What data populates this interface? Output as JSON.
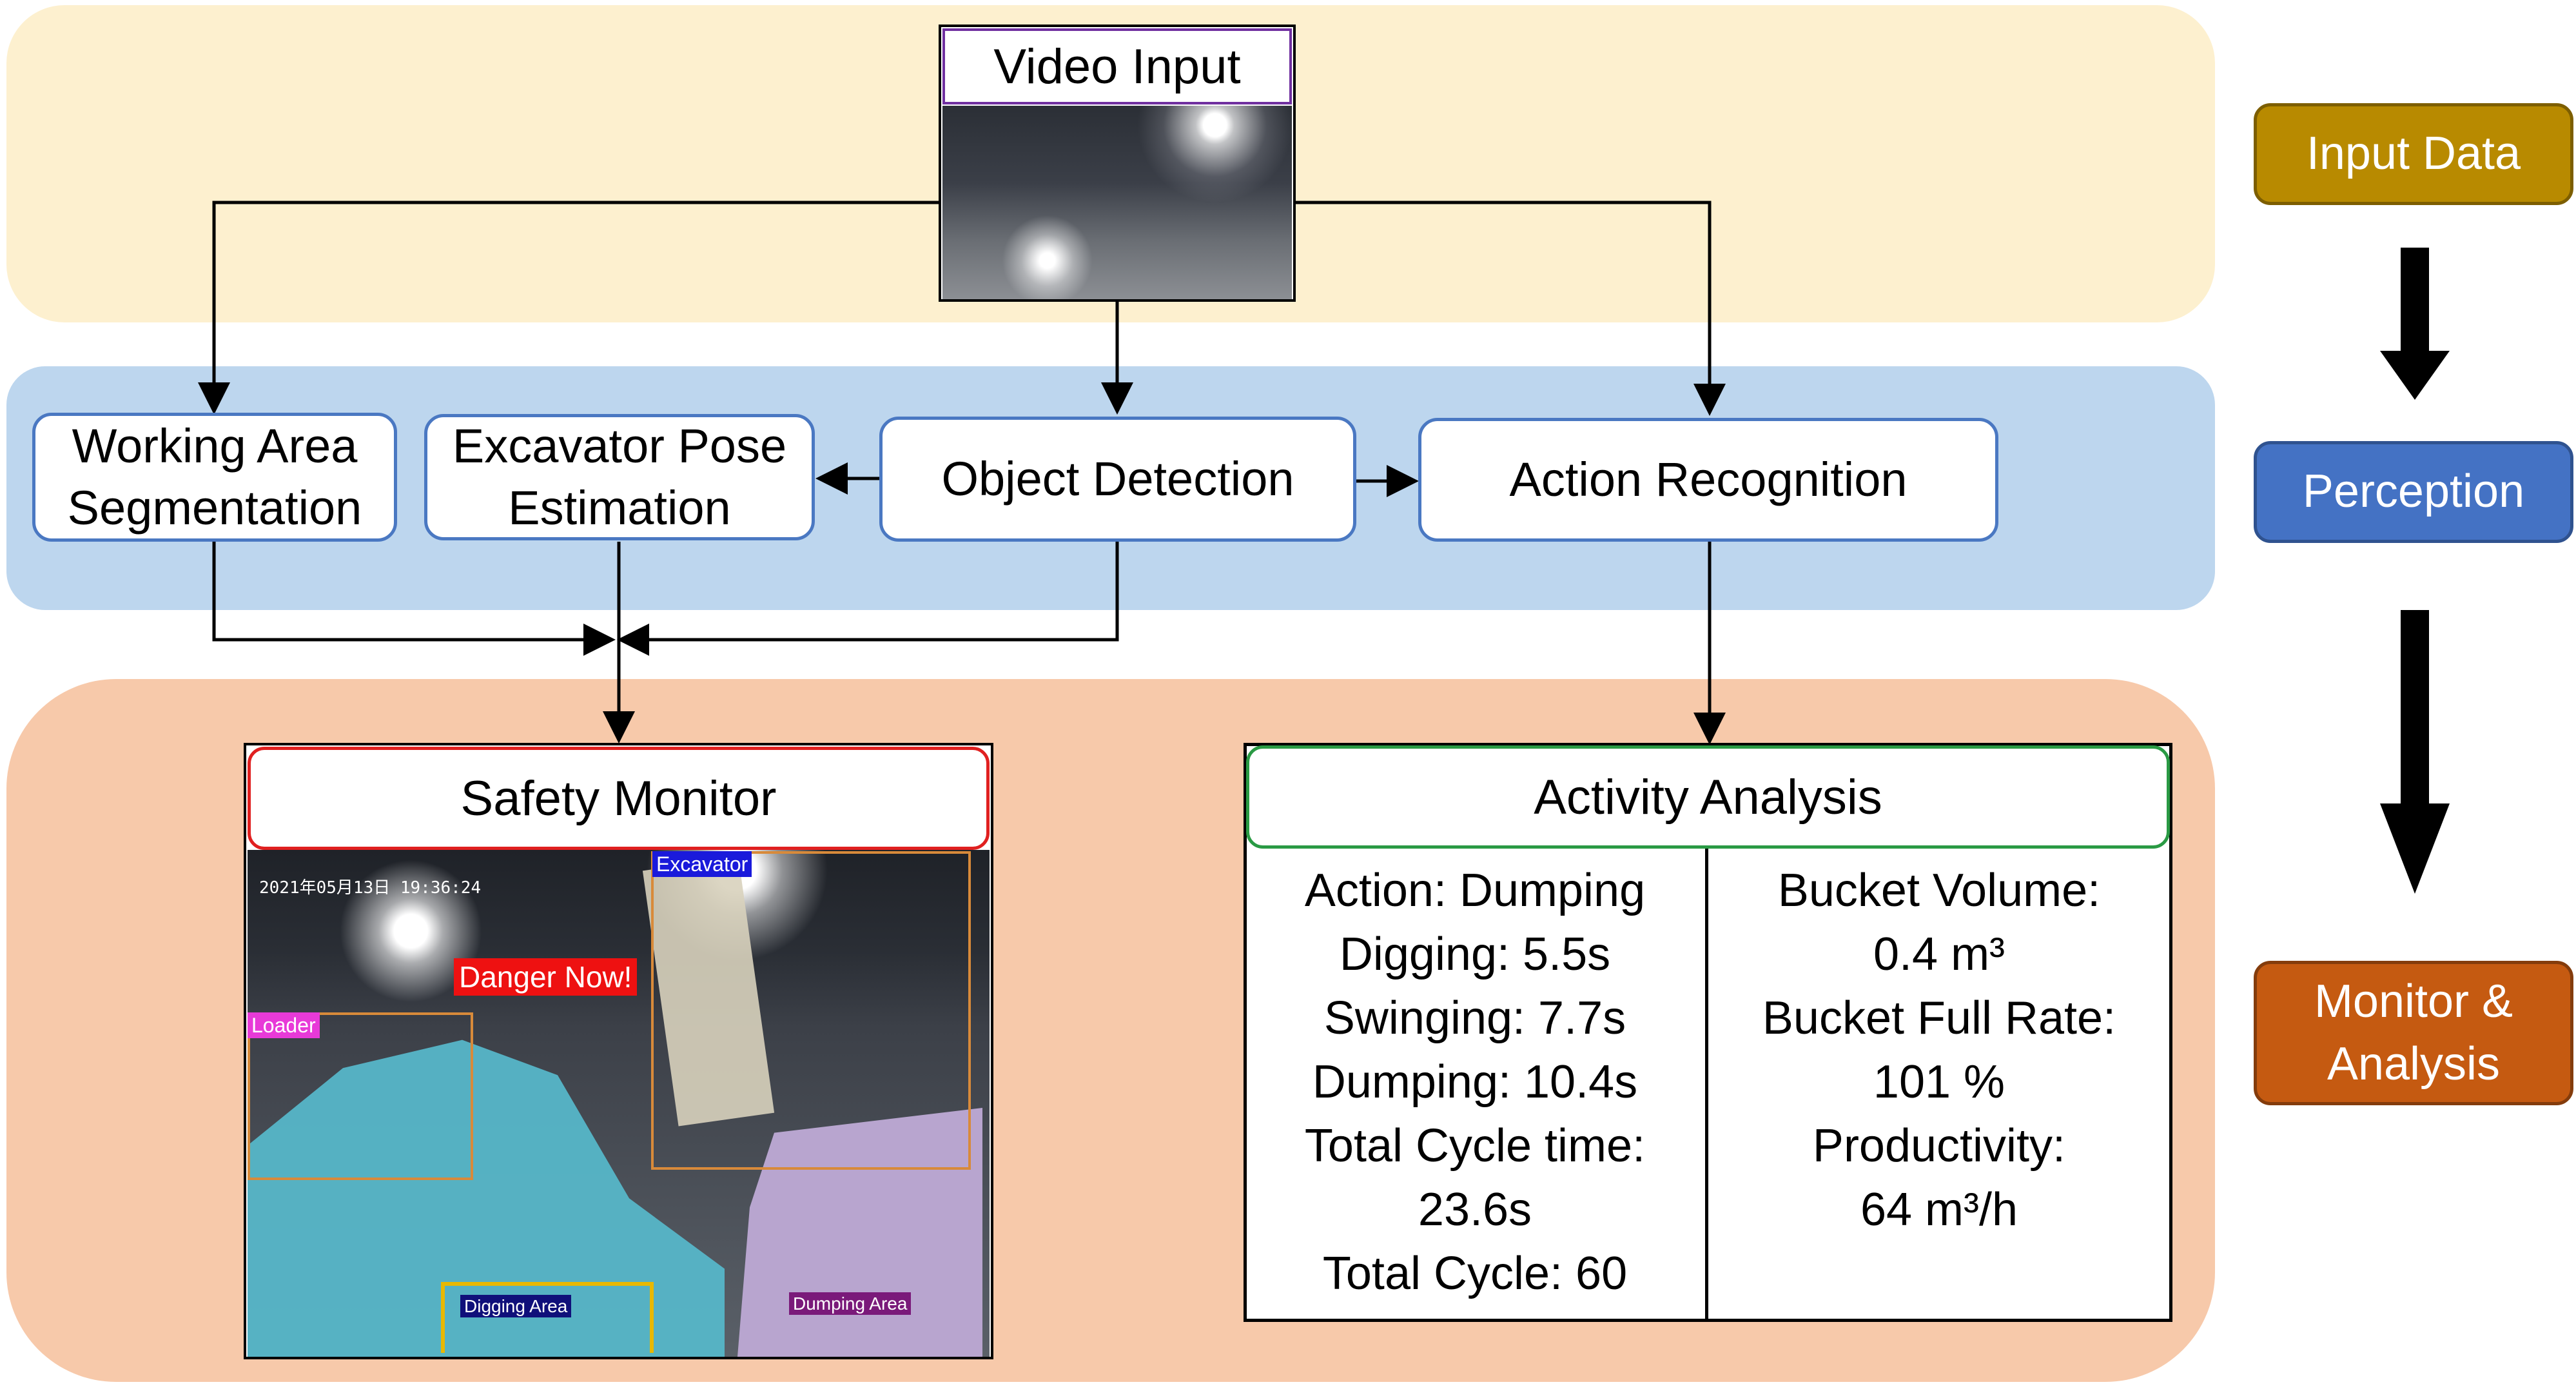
{
  "video_input": {
    "label": "Video Input"
  },
  "perception": {
    "nodes": [
      {
        "label": "Working Area\nSegmentation"
      },
      {
        "label": "Excavator Pose\nEstimation"
      },
      {
        "label": "Object Detection"
      },
      {
        "label": "Action Recognition"
      }
    ]
  },
  "safety_monitor": {
    "title": "Safety Monitor",
    "timestamp": "2021年05月13日  19:36:24",
    "alert": "Danger Now!",
    "labels": {
      "excavator": "Excavator",
      "loader": "Loader",
      "digging_area": "Digging Area",
      "dumping_area": "Dumping Area"
    }
  },
  "activity_analysis": {
    "title": "Activity Analysis",
    "left_lines": [
      "Action: Dumping",
      "Digging: 5.5s",
      "Swinging: 7.7s",
      "Dumping: 10.4s",
      "Total Cycle time:",
      "23.6s",
      "Total Cycle: 60"
    ],
    "right_lines": [
      "Bucket Volume:",
      "0.4 m³",
      "Bucket Full Rate:",
      "101 %",
      "Productivity:",
      "64 m³/h"
    ]
  },
  "legend": {
    "input_data": "Input Data",
    "perception": "Perception",
    "monitor_analysis": "Monitor &\nAnalysis",
    "colors": {
      "input_data": "#b88a00",
      "perception": "#4472c4",
      "monitor_analysis": "#c55a11"
    }
  },
  "colors": {
    "input_band": "#fdf0cf",
    "perception_band": "#bdd6ee",
    "monitor_band": "#f7c9aa"
  }
}
